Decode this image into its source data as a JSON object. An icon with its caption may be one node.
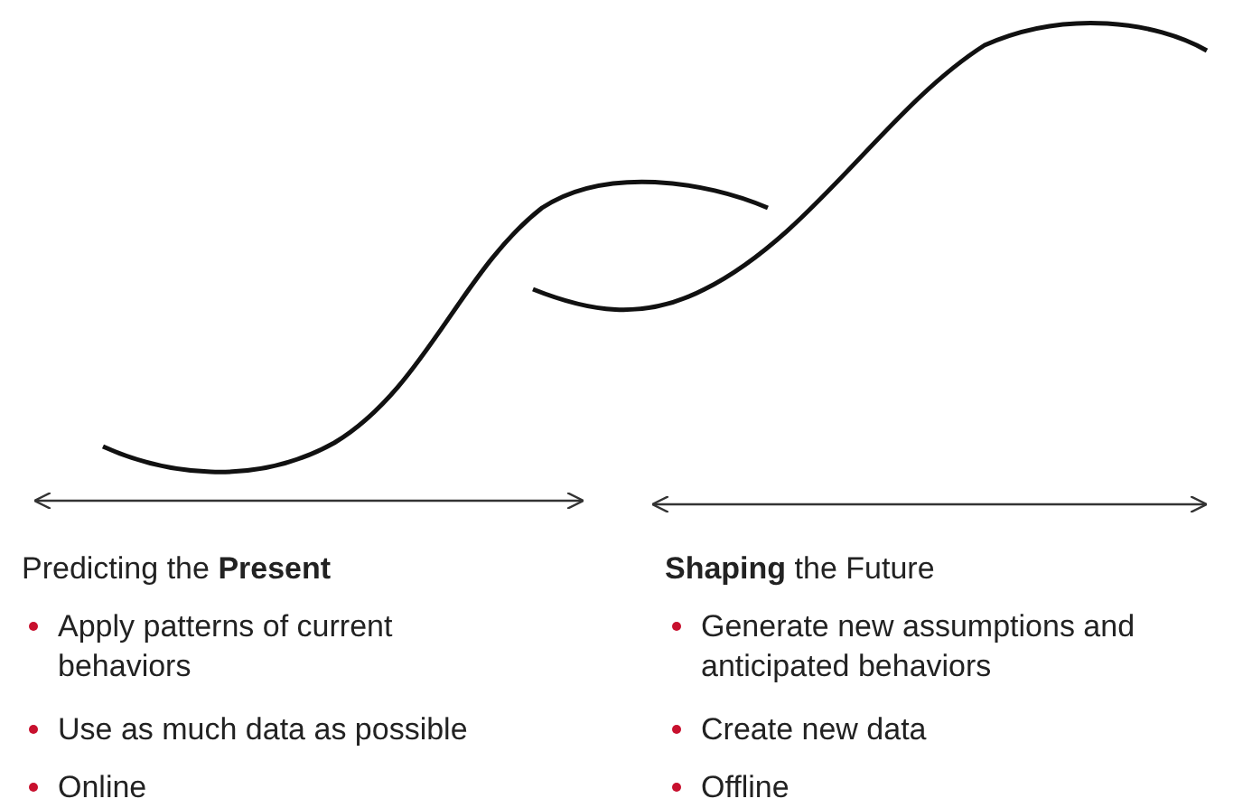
{
  "diagram": {
    "labels": [
      "Predicting the **Present**",
      "Apply patterns of current behaviors",
      "Use as much data as possible",
      "Online",
      "**Shaping** the Future",
      "Generate new assumptions and anticipated behaviors",
      "Create new data",
      "Offline"
    ]
  }
}
